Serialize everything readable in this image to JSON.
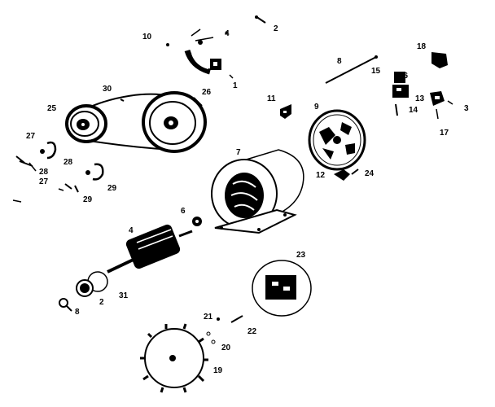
{
  "diagram": {
    "kind": "exploded parts view",
    "callouts": [
      {
        "id": "c2a",
        "text": "2"
      },
      {
        "id": "c10",
        "text": "10"
      },
      {
        "id": "c4",
        "text": "4"
      },
      {
        "id": "c1",
        "text": "1"
      },
      {
        "id": "c6top",
        "text": "8"
      },
      {
        "id": "c18",
        "text": "18"
      },
      {
        "id": "c15",
        "text": "15"
      },
      {
        "id": "c16",
        "text": "16"
      },
      {
        "id": "c13",
        "text": "13"
      },
      {
        "id": "c14",
        "text": "14"
      },
      {
        "id": "c3",
        "text": "3"
      },
      {
        "id": "c17",
        "text": "17"
      },
      {
        "id": "c30",
        "text": "30"
      },
      {
        "id": "c26",
        "text": "26"
      },
      {
        "id": "c25",
        "text": "25"
      },
      {
        "id": "c11",
        "text": "11"
      },
      {
        "id": "c9",
        "text": "9"
      },
      {
        "id": "c27a",
        "text": "27"
      },
      {
        "id": "c28a",
        "text": "28"
      },
      {
        "id": "c28b",
        "text": "28"
      },
      {
        "id": "c27b",
        "text": "27"
      },
      {
        "id": "c29a",
        "text": "29"
      },
      {
        "id": "c29b",
        "text": "29"
      },
      {
        "id": "c7",
        "text": "7"
      },
      {
        "id": "c12",
        "text": "12"
      },
      {
        "id": "c24",
        "text": "24"
      },
      {
        "id": "c6",
        "text": "6"
      },
      {
        "id": "c4b",
        "text": "4"
      },
      {
        "id": "c23",
        "text": "23"
      },
      {
        "id": "c31",
        "text": "31"
      },
      {
        "id": "c2b",
        "text": "2"
      },
      {
        "id": "c8",
        "text": "8"
      },
      {
        "id": "c21",
        "text": "21"
      },
      {
        "id": "c22",
        "text": "22"
      },
      {
        "id": "c20",
        "text": "20"
      },
      {
        "id": "c19",
        "text": "19"
      }
    ]
  }
}
